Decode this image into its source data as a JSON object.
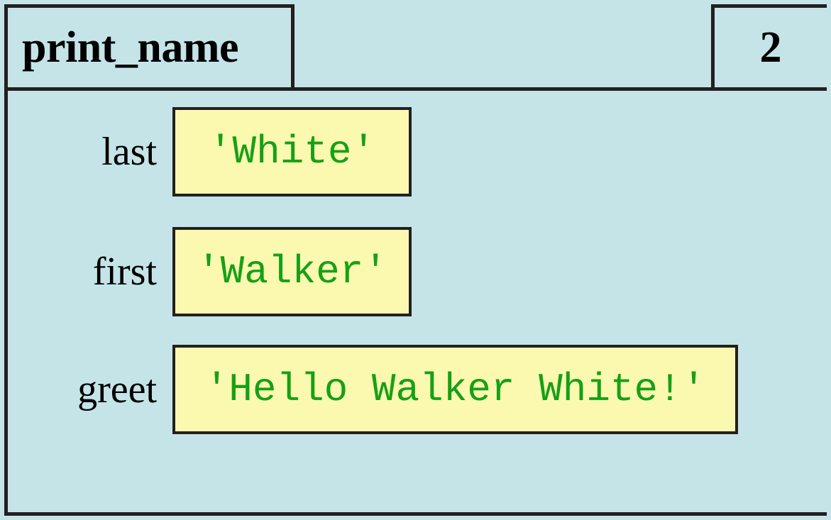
{
  "frame": {
    "title": "print_name",
    "number": "2",
    "colors": {
      "frame_background": "#c5e4e8",
      "border": "#231f20",
      "value_box_background": "#fbf8b0",
      "value_text": "#16a016",
      "label_text": "#000000"
    },
    "variables": [
      {
        "name": "last",
        "value": "'White'",
        "box_width": "short"
      },
      {
        "name": "first",
        "value": "'Walker'",
        "box_width": "short"
      },
      {
        "name": "greet",
        "value": "'Hello Walker White!'",
        "box_width": "long"
      }
    ]
  }
}
